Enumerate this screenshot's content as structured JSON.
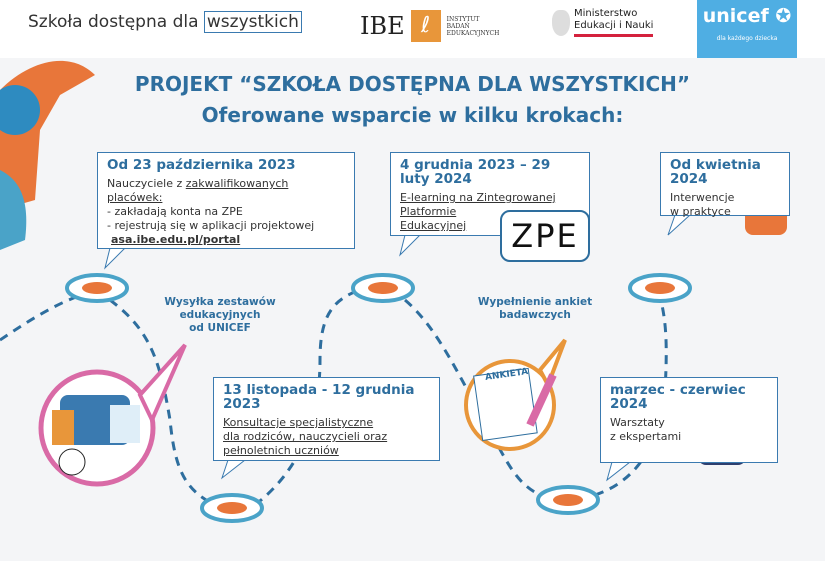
{
  "header": {
    "brand_prefix": "Szkoła dostępna dla ",
    "brand_boxed": "wszystkich",
    "ibe": "IBE",
    "ibe_sub": [
      "INSTYTUT",
      "BADAŃ",
      "EDUKACYJNYCH"
    ],
    "ministry": [
      "Ministerstwo",
      "Edukacji i Nauki"
    ],
    "unicef": "unicef",
    "unicef_sub": "dla każdego dziecka"
  },
  "title": {
    "line1": "PROJEKT “SZKOŁA DOSTĘPNA DLA WSZYSTKICH”",
    "line2": "Oferowane wsparcie w kilku krokach:"
  },
  "steps": [
    {
      "date": "Od 23 października 2023",
      "intro": "Nauczyciele z ",
      "intro_link": "zakwalifikowanych placówek:",
      "lines": [
        "- zakładają konta na ZPE",
        "- rejestrują się w aplikacji projektowej"
      ],
      "link": "asa.ibe.edu.pl/portal"
    },
    {
      "date": "4 grudnia 2023 – 29 luty 2024",
      "lines": [
        "E-learning  na  Zintegrowanej",
        "Platformie",
        "Edukacyjnej"
      ],
      "logo": "ZPE"
    },
    {
      "date": "Od kwietnia 2024",
      "lines": [
        "Interwencje",
        "w praktyce"
      ]
    },
    {
      "date": "13 listopada - 12 grudnia 2023",
      "lines": [
        "Konsultacje specjalistyczne",
        "dla rodziców, nauczycieli oraz",
        "pełnoletnich uczniów"
      ]
    },
    {
      "date": "marzec - czerwiec 2024",
      "lines": [
        "Warsztaty",
        "z ekspertami"
      ]
    }
  ],
  "labels": {
    "unicef_kits": [
      "Wysyłka zestawów",
      "edukacyjnych",
      "od UNICEF"
    ],
    "survey": [
      "Wypełnienie ankiet",
      "badawczych"
    ],
    "ankieta": "ANKIETA"
  },
  "colors": {
    "blue": "#2e6e9e",
    "orange": "#e8963a",
    "pink": "#d96aa6",
    "disc": "#4aa3c8"
  }
}
